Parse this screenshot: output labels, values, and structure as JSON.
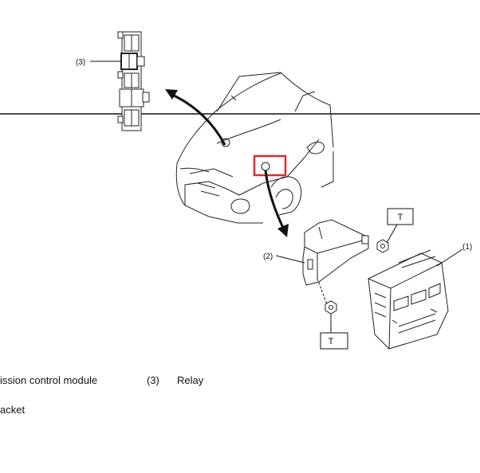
{
  "diagram": {
    "callouts": {
      "c1": "(1)",
      "c2": "(2)",
      "c3": "(3)"
    },
    "torque_marks": {
      "upper": "T",
      "lower": "T"
    }
  },
  "legend": {
    "item1": "ission control module",
    "item2": "acket",
    "item3_num": "(3)",
    "item3_text": "Relay"
  },
  "colors": {
    "highlight": "#e0282e",
    "line": "#111111"
  }
}
